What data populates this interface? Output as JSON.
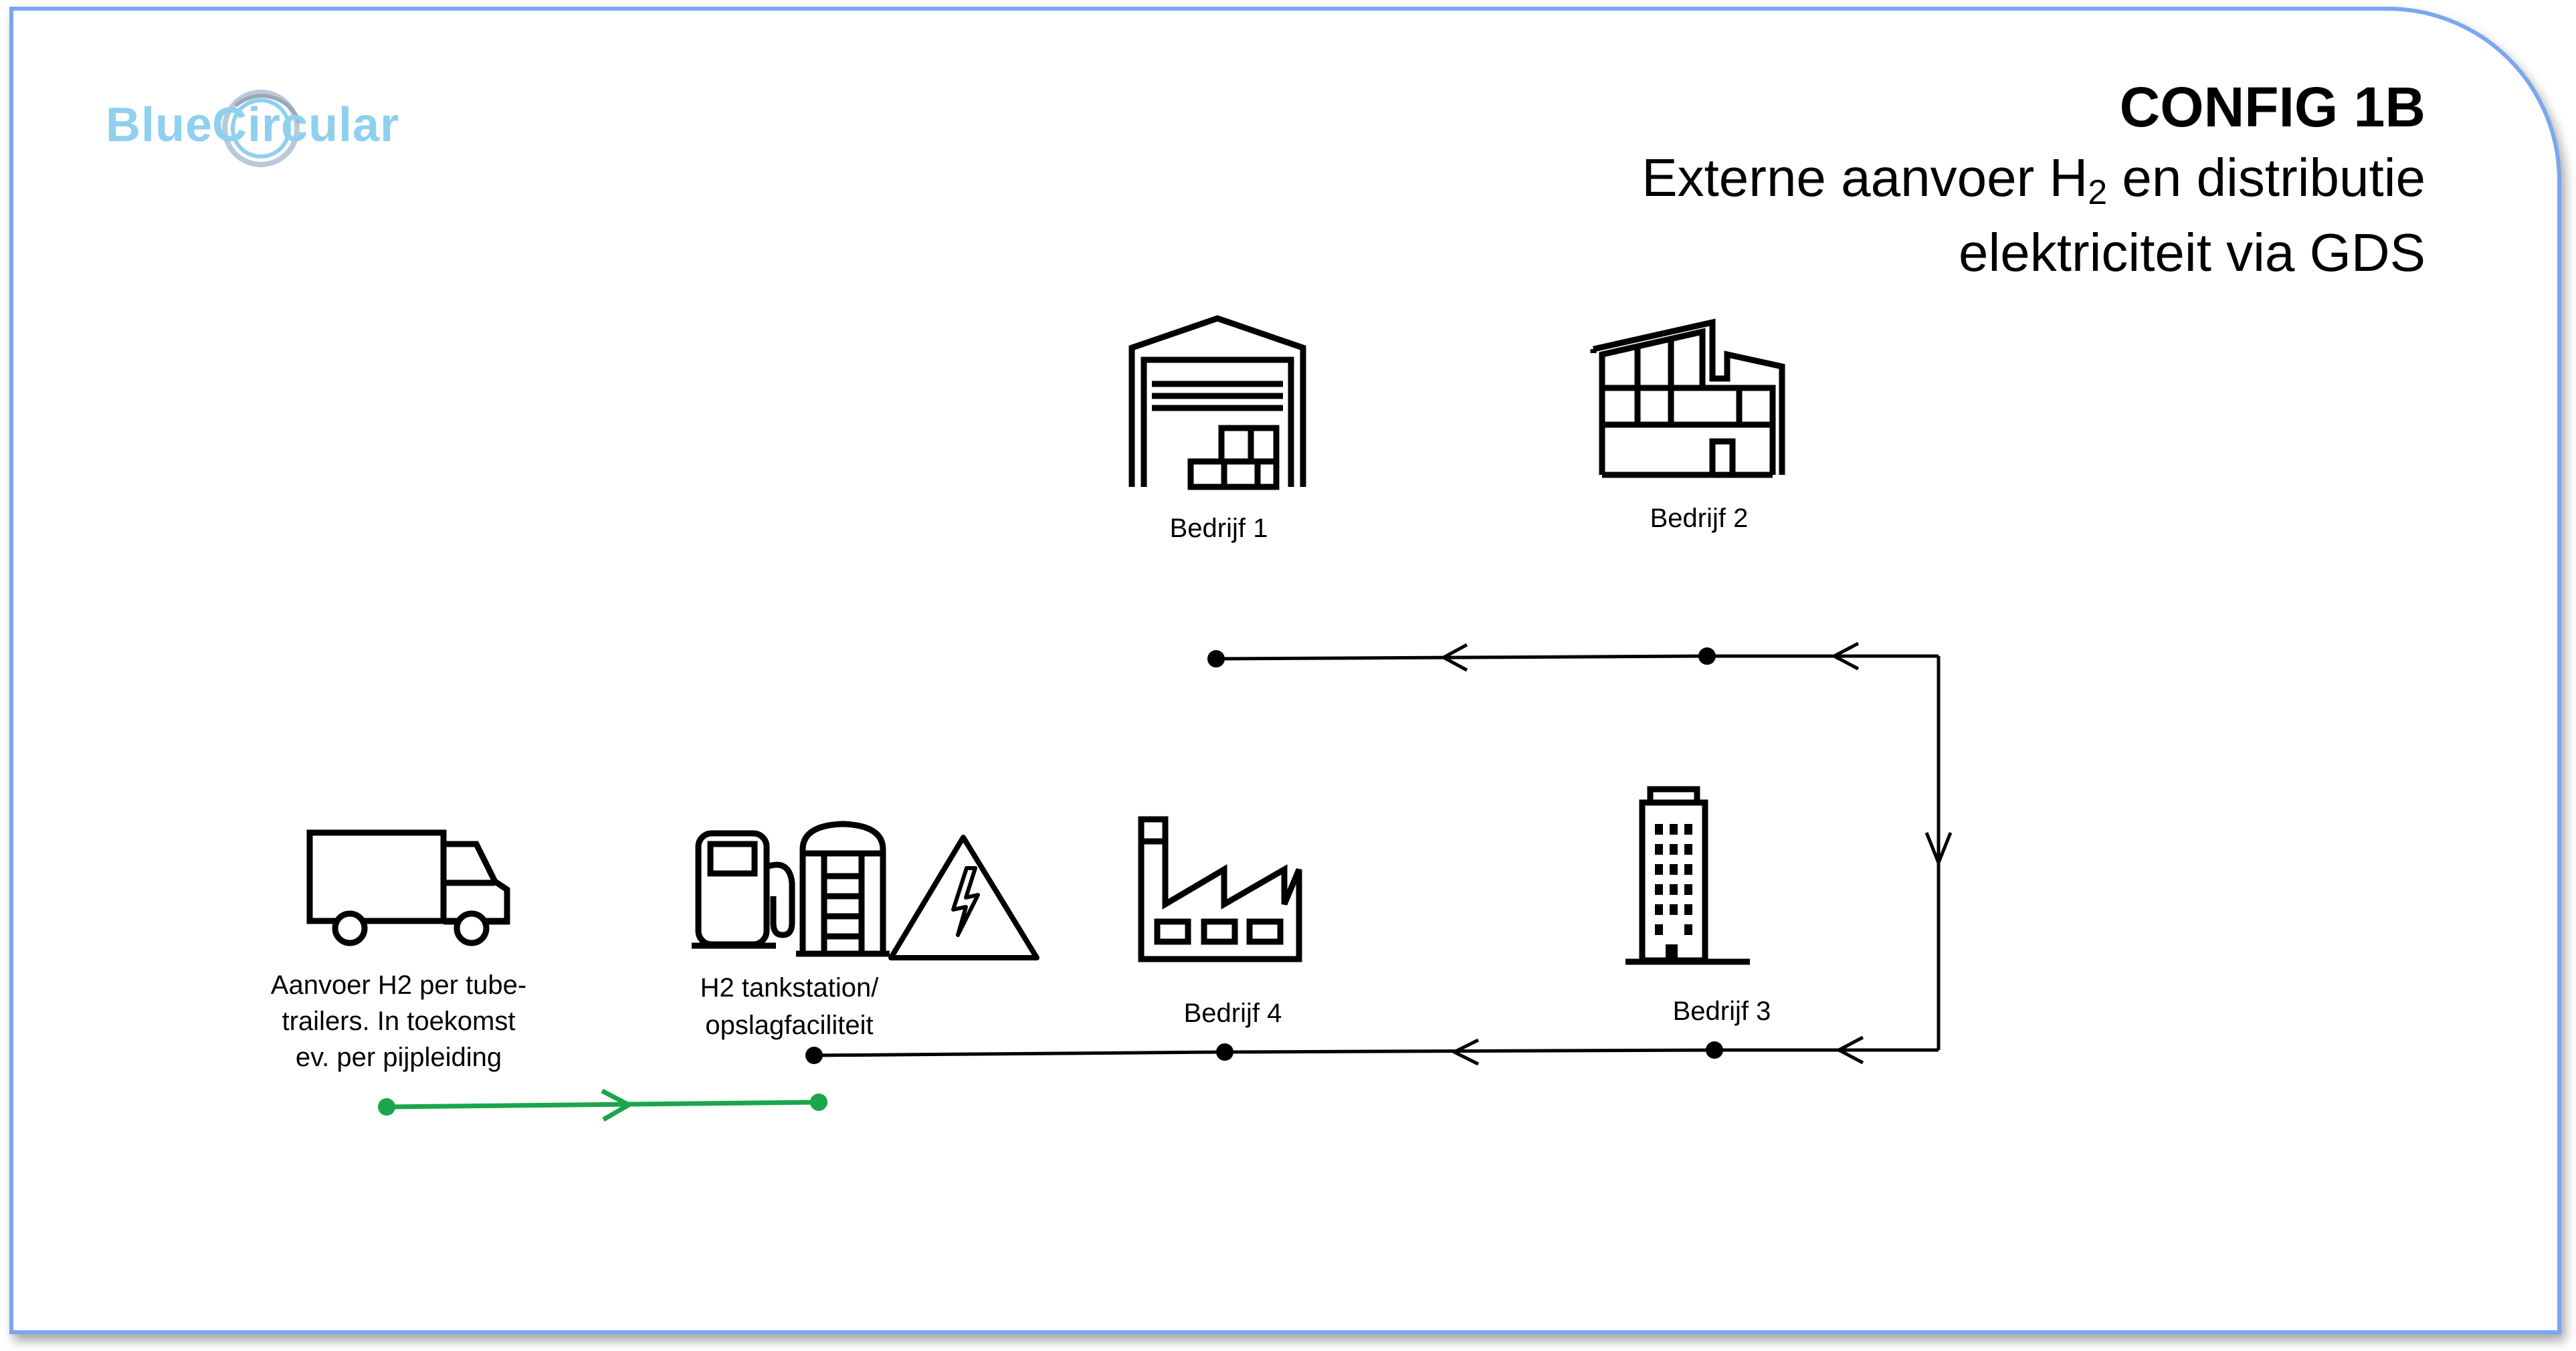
{
  "logo": {
    "part1": "Blue",
    "part2": "Circular"
  },
  "title": {
    "config": "CONFIG 1B",
    "line1_before": "Externe aanvoer H",
    "line1_sub": "2",
    "line1_after": " en distributie",
    "line2": "elektriciteit via GDS"
  },
  "nodes": {
    "bedrijf1": "Bedrijf 1",
    "bedrijf2": "Bedrijf 2",
    "bedrijf3": "Bedrijf 3",
    "bedrijf4": "Bedrijf 4",
    "tankstation": [
      "H2 tankstation/",
      "opslagfaciliteit"
    ],
    "aanvoer": [
      "Aanvoer H2 per tube-",
      "trailers. In toekomst",
      "ev. per pijpleiding"
    ]
  },
  "icons": [
    "warehouse-icon",
    "factory-office-icon",
    "truck-icon",
    "fuel-pump-icon",
    "storage-tank-icon",
    "high-voltage-warning-icon",
    "factory-chimney-icon",
    "office-tower-icon"
  ],
  "colors": {
    "frame": "#7aa7ee",
    "logo": "#8fd0ef",
    "electricity_line": "#000000",
    "hydrogen_line": "#1aa64a"
  }
}
